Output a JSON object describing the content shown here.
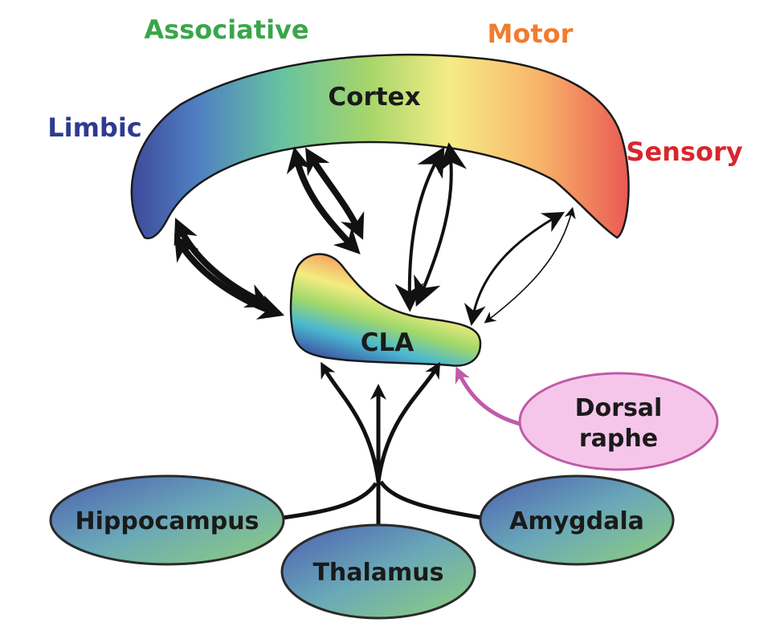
{
  "regions": {
    "associative": {
      "label": "Associative",
      "color": "#3aa64a"
    },
    "motor": {
      "label": "Motor",
      "color": "#ef7d30"
    },
    "limbic": {
      "label": "Limbic",
      "color": "#2e3b8f"
    },
    "sensory": {
      "label": "Sensory",
      "color": "#d8262e"
    }
  },
  "structures": {
    "cortex": "Cortex",
    "cla": "CLA",
    "dorsal_raphe": [
      "Dorsal",
      "raphe"
    ],
    "hippocampus": "Hippocampus",
    "thalamus": "Thalamus",
    "amygdala": "Amygdala"
  },
  "colors": {
    "arrow": "#111111",
    "raphe_arrow": "#c05aa8",
    "raphe_fill": "#f6c6ea",
    "raphe_stroke": "#c05aa8"
  }
}
